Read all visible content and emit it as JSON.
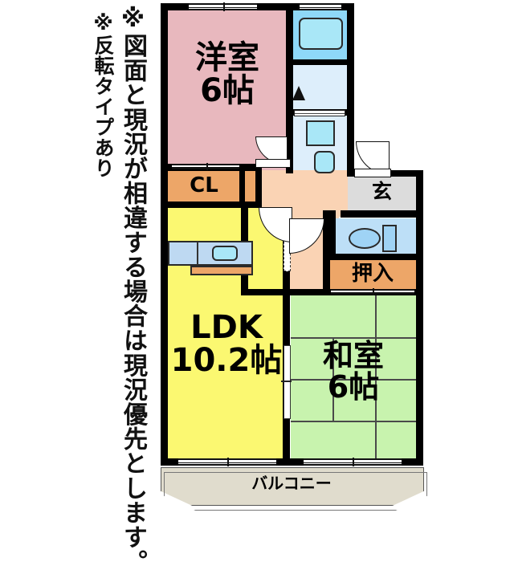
{
  "document": {
    "type": "floor-plan",
    "language": "ja",
    "notes": {
      "main": "※図面と現況が相違する場合は現況優先とします。",
      "sub": "※反転タイプあり"
    }
  },
  "rooms": [
    {
      "key": "youshitsu",
      "name": "洋室",
      "size": "6帖",
      "color": "#e8b8be"
    },
    {
      "key": "ldk",
      "name": "LDK",
      "size": "10.2帖",
      "color": "#fbf871"
    },
    {
      "key": "washitsu",
      "name": "和室",
      "size": "6帖",
      "color": "#c8f3ae"
    },
    {
      "key": "closet_cl",
      "name": "CL",
      "size": "",
      "color": "#eda668"
    },
    {
      "key": "oshiire",
      "name": "押入",
      "size": "",
      "color": "#eda668"
    },
    {
      "key": "genkan",
      "name": "玄",
      "size": "",
      "color": "#dcdcdc"
    },
    {
      "key": "balcony",
      "name": "バルコニー",
      "size": "",
      "color": "#e0dccd"
    }
  ],
  "labels": {
    "youshitsu_name": "洋室",
    "youshitsu_size": "6帖",
    "ldk_name": "LDK",
    "ldk_size": "10.2帖",
    "washitsu_name": "和室",
    "washitsu_size": "6帖",
    "cl": "CL",
    "oshiire": "押入",
    "genkan": "玄",
    "balcony": "バルコニー"
  },
  "fixtures": [
    {
      "key": "bathtub",
      "name": "bathtub-fixture",
      "color": "#8ed8f8"
    },
    {
      "key": "washroom",
      "name": "washroom-area",
      "color": "#ddeefb"
    },
    {
      "key": "vanity",
      "name": "vanity-basin",
      "color": "#a9e7f7"
    },
    {
      "key": "wm",
      "name": "washing-machine",
      "color": "#a9e7f7"
    },
    {
      "key": "toilet",
      "name": "toilet-fixture",
      "color": "#bddff7"
    },
    {
      "key": "kitchen",
      "name": "kitchen-counter",
      "color": "#bed9f2"
    },
    {
      "key": "sink",
      "name": "kitchen-sink",
      "color": "#a9e7f7"
    },
    {
      "key": "stove",
      "name": "stove-range",
      "color": "#eda668"
    }
  ],
  "palette": {
    "wall": "#000000",
    "pink": "#e8b8be",
    "yellow": "#fbf871",
    "green": "#c8f3ae",
    "orange": "#eda668",
    "peach": "#fad3b4",
    "gray": "#dcdcdc",
    "balcony": "#e0dccd",
    "bath_blue": "#8ed8f8",
    "pale_blue": "#ddeefb",
    "toilet_blue": "#bddff7",
    "kitchen_blue": "#bed9f2"
  }
}
